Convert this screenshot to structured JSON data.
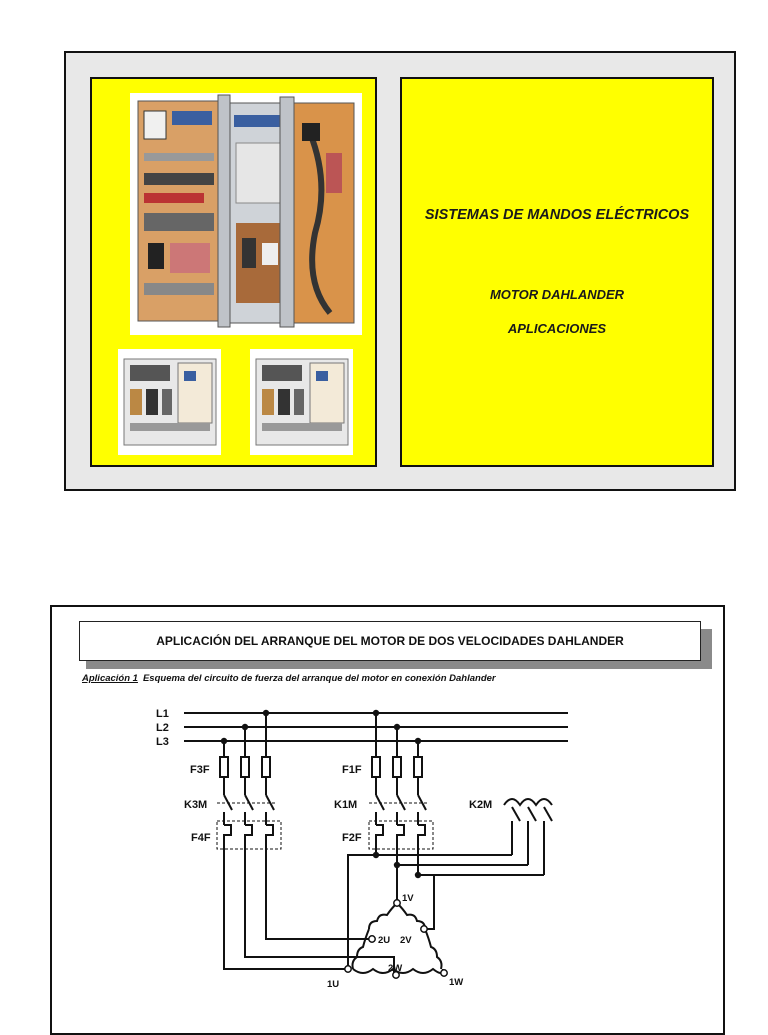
{
  "slide1": {
    "title": "SISTEMAS DE MANDOS ELÉCTRICOS",
    "subtitle1": "MOTOR DAHLANDER",
    "subtitle2": "APLICACIONES"
  },
  "slide2": {
    "banner": "APLICACIÓN DEL ARRANQUE DEL MOTOR DE DOS VELOCIDADES DAHLANDER",
    "caption_label": "Aplicación 1",
    "caption_text": "Esquema del circuito de fuerza del arranque del motor en conexión Dahlander",
    "lines": [
      "L1",
      "L2",
      "L3"
    ],
    "labels": {
      "f3f": "F3F",
      "k3m": "K3M",
      "f4f": "F4F",
      "f1f": "F1F",
      "k1m": "K1M",
      "f2f": "F2F",
      "k2m": "K2M"
    },
    "terminals": {
      "t1v": "1V",
      "t2u": "2U",
      "t2v": "2V",
      "t2w": "2W",
      "t1u": "1U",
      "t1w": "1W"
    }
  }
}
